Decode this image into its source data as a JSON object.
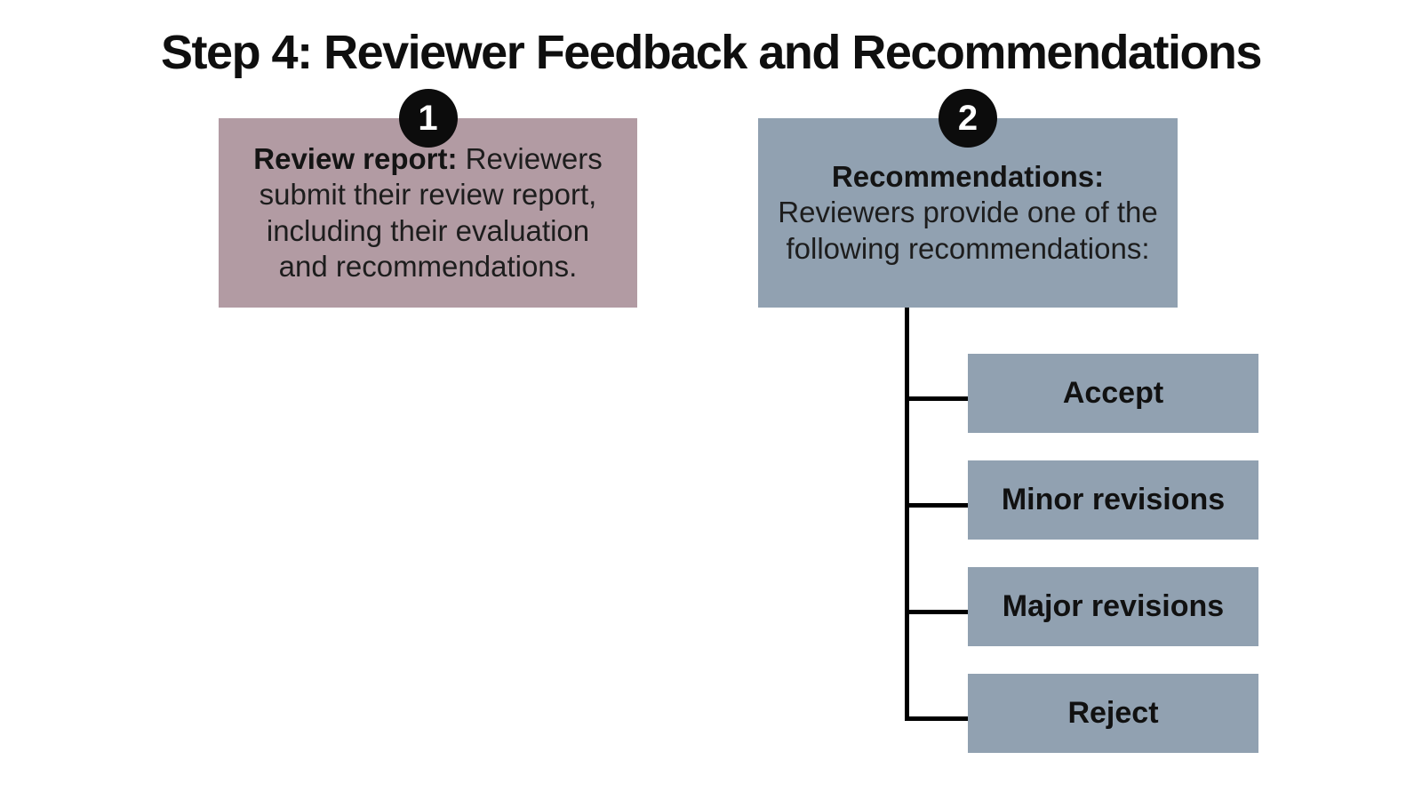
{
  "title": "Step 4: Reviewer Feedback and Recommendations",
  "colors": {
    "background": "#ffffff",
    "step1_fill": "#b29ba3",
    "step2_fill": "#91a1b1",
    "option_fill": "#91a1b1",
    "badge_fill": "#0c0c0c",
    "badge_text": "#ffffff",
    "connector": "#000000",
    "text": "#1d1d1d",
    "title_text": "#0f0f0f"
  },
  "steps": [
    {
      "number": "1",
      "heading": "Review report:",
      "body": "Reviewers submit their review report, including their evaluation and recommendations."
    },
    {
      "number": "2",
      "heading": "Recommendations:",
      "body": "Reviewers provide one of the following recommendations:"
    }
  ],
  "recommendations": [
    "Accept",
    "Minor revisions",
    "Major revisions",
    "Reject"
  ]
}
